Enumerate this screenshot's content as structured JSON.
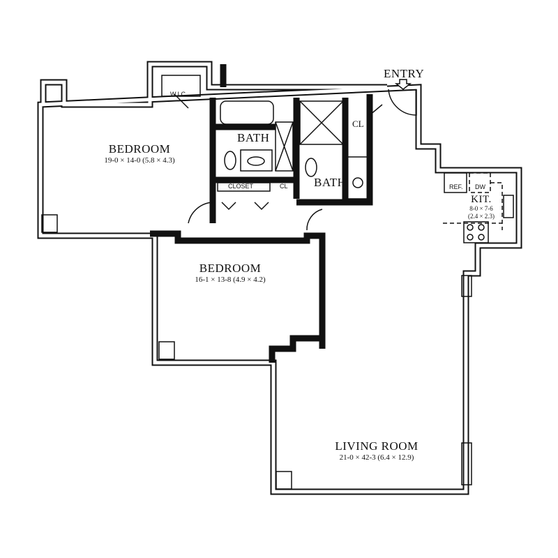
{
  "plan": {
    "entry_label": "ENTRY",
    "rooms": [
      {
        "name": "BEDROOM",
        "dims": "19-0 × 14-0 (5.8 × 4.3)"
      },
      {
        "name": "BEDROOM",
        "dims": "16-1 × 13-8 (4.9 × 4.2)"
      },
      {
        "name": "LIVING ROOM",
        "dims": "21-0 × 42-3 (6.4 × 12.9)"
      },
      {
        "name": "KIT.",
        "dims": "8-0 × 7-6",
        "dims_metric": "(2.4 × 2.3)"
      }
    ],
    "labels": {
      "wic": "W.I.C.",
      "bath1": "BATH",
      "bath2": "BATH",
      "closet": "CLOSET",
      "cl1": "CL",
      "cl2": "CL",
      "ref": "REF.",
      "dw": "DW"
    }
  }
}
